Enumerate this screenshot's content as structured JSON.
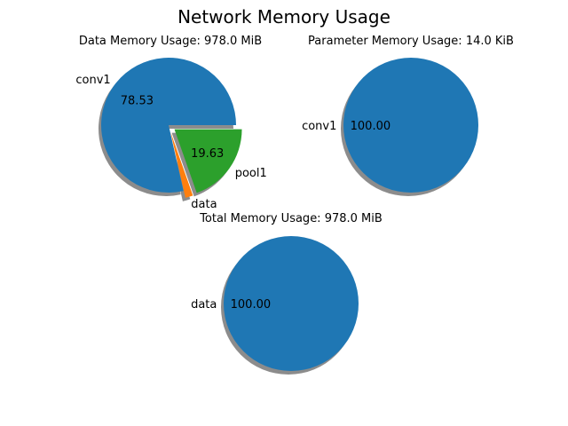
{
  "figure": {
    "title": "Network Memory Usage"
  },
  "colors": {
    "blue": "#1f77b4",
    "orange": "#ff7f0e",
    "green": "#2ca02c",
    "shadow": "#7f7f7f"
  },
  "chart_data": [
    {
      "type": "pie",
      "title": "Data Memory Usage: 978.0 MiB",
      "slices": [
        {
          "label": "conv1",
          "value": 78.53,
          "pct_label": "78.53",
          "explode": false
        },
        {
          "label": "data",
          "value": 1.84,
          "pct_label": "",
          "explode": true
        },
        {
          "label": "pool1",
          "value": 19.63,
          "pct_label": "19.63",
          "explode": true
        }
      ],
      "shadow": true,
      "start_angle_deg": 0,
      "direction": "counterclockwise"
    },
    {
      "type": "pie",
      "title": "Parameter Memory Usage: 14.0 KiB",
      "slices": [
        {
          "label": "conv1",
          "value": 100.0,
          "pct_label": "100.00",
          "explode": false
        }
      ],
      "shadow": true
    },
    {
      "type": "pie",
      "title": "Total Memory Usage: 978.0 MiB",
      "slices": [
        {
          "label": "data",
          "value": 100.0,
          "pct_label": "100.00",
          "explode": false
        }
      ],
      "shadow": true
    }
  ]
}
